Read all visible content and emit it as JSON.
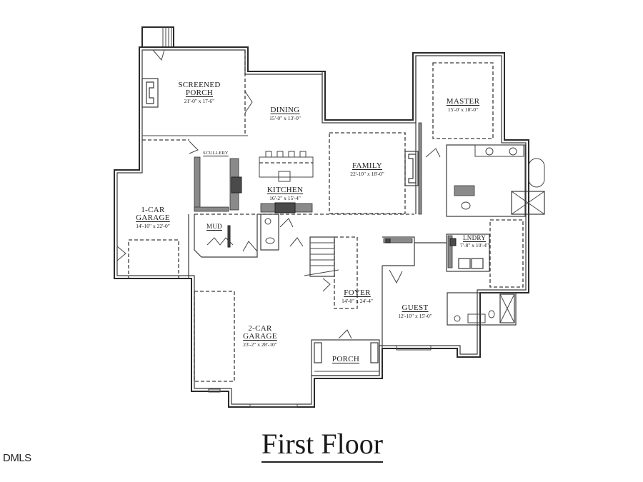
{
  "plan": {
    "title": "First Floor",
    "watermark": "DMLS",
    "rooms": [
      {
        "id": "screened-porch",
        "name_line1": "SCREENED",
        "name_line2": "PORCH",
        "dimensions": "21'-0\" x 17-6\""
      },
      {
        "id": "dining",
        "name": "DINING",
        "dimensions": "15'-0\" x 13'-0\""
      },
      {
        "id": "master",
        "name": "MASTER",
        "dimensions": "15'-0' x 18'-0\""
      },
      {
        "id": "family",
        "name": "FAMILY",
        "dimensions": "22'-10\" x 18'-0\""
      },
      {
        "id": "scullery",
        "name": "SCULLERY"
      },
      {
        "id": "kitchen",
        "name": "KITCHEN",
        "dimensions": "16'-2\" x 15'-4\""
      },
      {
        "id": "one-car-garage",
        "name_line1": "1-CAR",
        "name_line2": "GARAGE",
        "dimensions": "14'-10\" x 22'-0\""
      },
      {
        "id": "mud",
        "name": "MUD"
      },
      {
        "id": "laundry",
        "name": "LNDRY",
        "dimensions": "7'-8\" x 10'-4\""
      },
      {
        "id": "foyer",
        "name": "FOYER",
        "dimensions": "14'-0\" x 24'-4\""
      },
      {
        "id": "guest",
        "name": "GUEST",
        "dimensions": "12'-10\" x 15'-0\""
      },
      {
        "id": "two-car-garage",
        "name_line1": "2-CAR",
        "name_line2": "GARAGE",
        "dimensions": "23'-2\" x 28'-10\""
      },
      {
        "id": "porch",
        "name": "PORCH"
      }
    ]
  }
}
